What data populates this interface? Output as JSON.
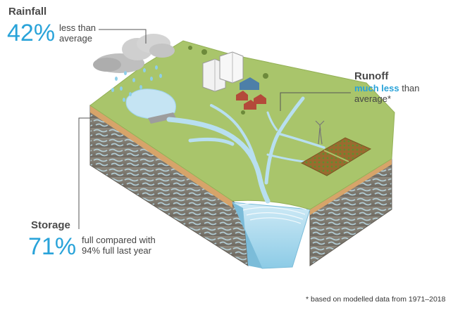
{
  "rainfall": {
    "heading": "Rainfall",
    "percent": "42%",
    "desc_line1": "less than",
    "desc_line2": "average"
  },
  "runoff": {
    "heading": "Runoff",
    "highlight": "much less",
    "desc_line1_rest": " than",
    "desc_line2": "average*"
  },
  "storage": {
    "heading": "Storage",
    "percent": "71%",
    "desc_line1": "full compared with",
    "desc_line2": "94% full last year"
  },
  "footnote": "* based on modelled data from 1971–2018",
  "colors": {
    "accent": "#29a3d9",
    "text": "#444444",
    "land": "#a9c56b",
    "water": "#9fd3ea",
    "soil": "#7a766d",
    "cloud": "#bfbfbf"
  }
}
